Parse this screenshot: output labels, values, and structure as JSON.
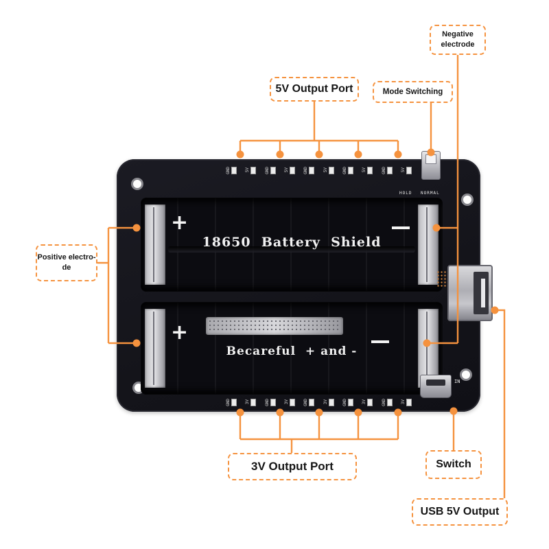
{
  "callouts": {
    "output_5v": {
      "label": "5V Output Port"
    },
    "mode_switching": {
      "label": "Mode Switching"
    },
    "negative_electrode": {
      "line1": "Negative",
      "line2": "electrode"
    },
    "positive_electrode": {
      "line1": "Positive electro-",
      "line2": "de"
    },
    "output_3v": {
      "label": "3V Output Port"
    },
    "switch": {
      "label": "Switch"
    },
    "usb_5v": {
      "label": "USB 5V Output"
    }
  },
  "board": {
    "silkscreen_title": "18650  Battery  Shield",
    "silkscreen_caution": "Becareful  + and -",
    "mode_switch_labels": "HOLD NORMAL",
    "usb_in_label": "IN",
    "plus_symbol": "+",
    "top_pins": [
      "GND",
      "5V",
      "GND",
      "5V",
      "GND",
      "5V",
      "GND",
      "5V",
      "GND",
      "5V"
    ],
    "bottom_pins": [
      "GND",
      "3V",
      "GND",
      "3V",
      "GND",
      "3V",
      "GND",
      "3V",
      "GND",
      "3V"
    ]
  },
  "colors": {
    "accent": "#f5923e",
    "board": "#17171e",
    "bay": "#0c0c11"
  }
}
